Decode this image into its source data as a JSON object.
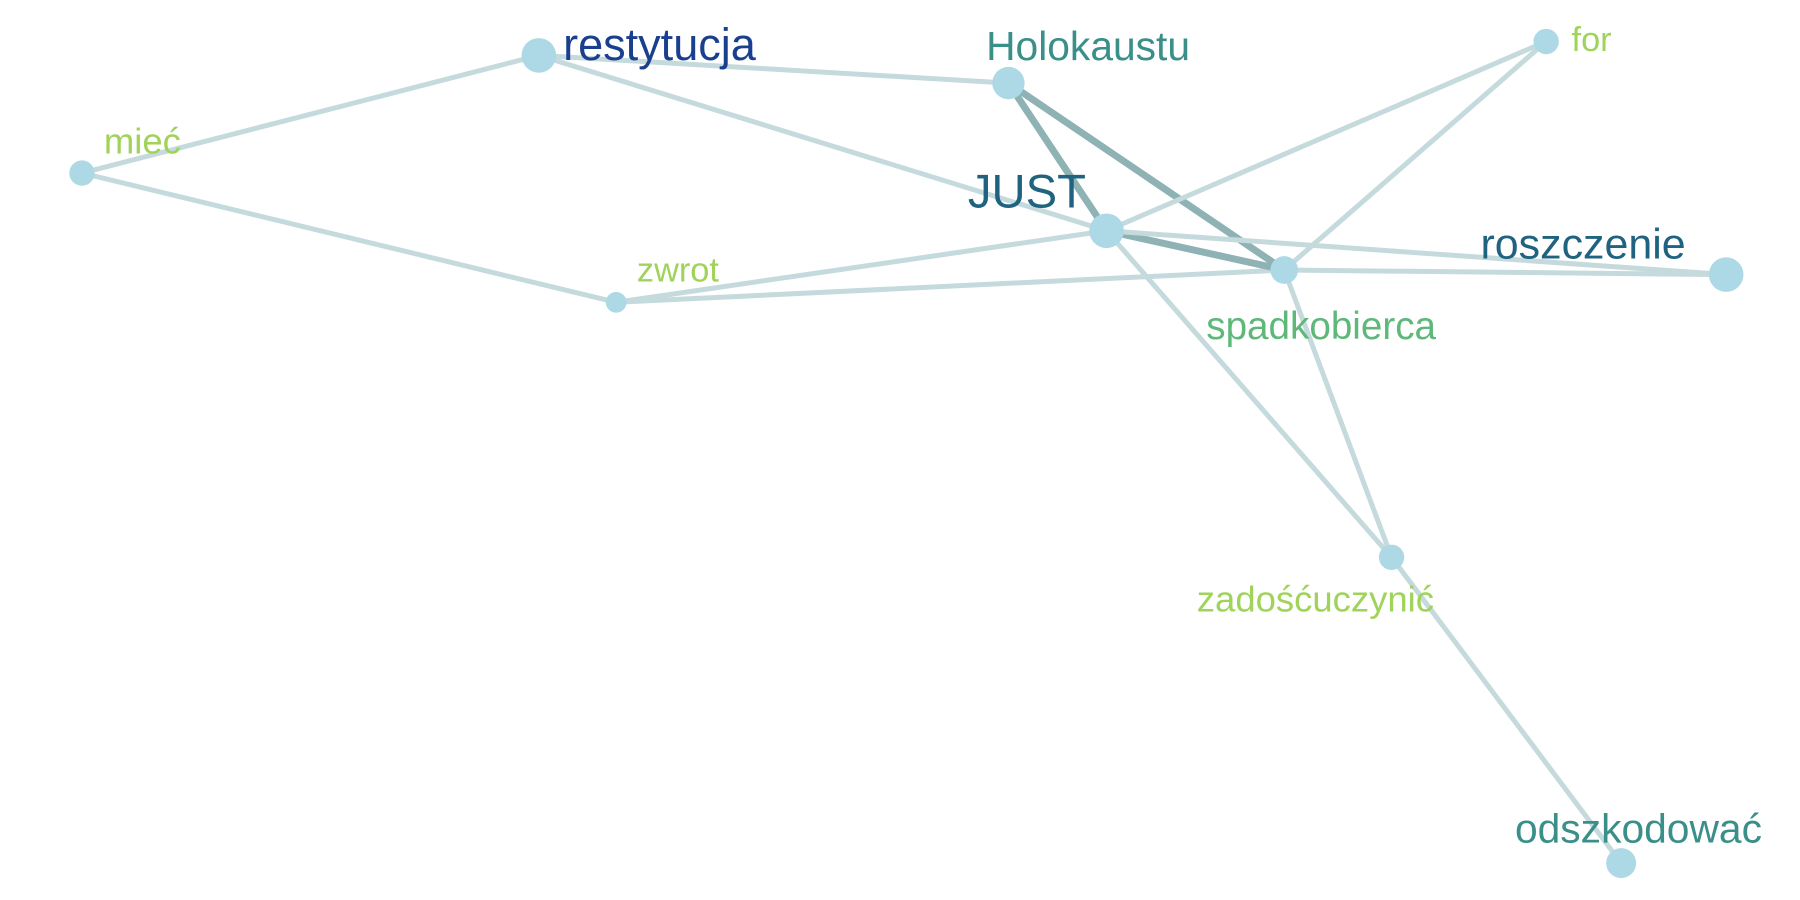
{
  "colors": {
    "node_fill": "#ADD8E6",
    "edge_light": "#C5DADC",
    "edge_dark": "#8FB3B5",
    "label_dark_blue": "#1B3F8F",
    "label_deep_teal": "#1F6380",
    "label_teal": "#3A8F88",
    "label_green": "#5DB87A",
    "label_lime": "#9FD35A"
  },
  "nodes": [
    {
      "id": "restytucja",
      "label": "restytucja",
      "label_color": "#1B3F8F"
    },
    {
      "id": "holokaustu",
      "label": "Holokaustu",
      "label_color": "#3A8F88"
    },
    {
      "id": "for",
      "label": "for",
      "label_color": "#9FD35A"
    },
    {
      "id": "miec",
      "label": "mieć",
      "label_color": "#9FD35A"
    },
    {
      "id": "just",
      "label": "JUST",
      "label_color": "#1F6380"
    },
    {
      "id": "zwrot",
      "label": "zwrot",
      "label_color": "#9FD35A"
    },
    {
      "id": "spadkobierca",
      "label": "spadkobierca",
      "label_color": "#5DB87A"
    },
    {
      "id": "roszczenie",
      "label": "roszczenie",
      "label_color": "#1F6380"
    },
    {
      "id": "zadoscuczynic",
      "label": "zadośćuczynić",
      "label_color": "#9FD35A"
    },
    {
      "id": "odszkodowac",
      "label": "odszkodować",
      "label_color": "#3A8F88"
    }
  ],
  "edges": [
    {
      "source": "miec",
      "target": "restytucja",
      "strength": "light"
    },
    {
      "source": "miec",
      "target": "zwrot",
      "strength": "light"
    },
    {
      "source": "restytucja",
      "target": "holokaustu",
      "strength": "light"
    },
    {
      "source": "restytucja",
      "target": "just",
      "strength": "light"
    },
    {
      "source": "holokaustu",
      "target": "just",
      "strength": "dark"
    },
    {
      "source": "holokaustu",
      "target": "spadkobierca",
      "strength": "dark"
    },
    {
      "source": "for",
      "target": "just",
      "strength": "light"
    },
    {
      "source": "for",
      "target": "spadkobierca",
      "strength": "light"
    },
    {
      "source": "zwrot",
      "target": "just",
      "strength": "light"
    },
    {
      "source": "zwrot",
      "target": "spadkobierca",
      "strength": "light"
    },
    {
      "source": "just",
      "target": "spadkobierca",
      "strength": "dark"
    },
    {
      "source": "just",
      "target": "roszczenie",
      "strength": "light"
    },
    {
      "source": "spadkobierca",
      "target": "roszczenie",
      "strength": "light"
    },
    {
      "source": "just",
      "target": "zadoscuczynic",
      "strength": "light"
    },
    {
      "source": "spadkobierca",
      "target": "zadoscuczynic",
      "strength": "light"
    },
    {
      "source": "zadoscuczynic",
      "target": "odszkodowac",
      "strength": "light"
    }
  ]
}
